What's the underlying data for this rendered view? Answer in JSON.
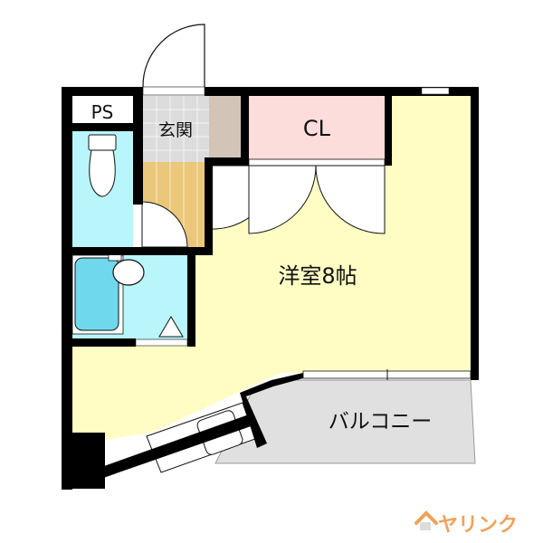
{
  "floor_plan": {
    "type": "1K apartment floor plan",
    "rooms": {
      "ps": {
        "label": "PS",
        "color": "#ffffff"
      },
      "entrance": {
        "label": "玄関",
        "color": "#dcdcdc"
      },
      "shoe_storage": {
        "label": "",
        "color": "#d2c5b8"
      },
      "closet": {
        "label": "CL",
        "color": "#fddcdc"
      },
      "toilet": {
        "label": "",
        "color": "#b8f6fb"
      },
      "bathroom": {
        "label": "",
        "color": "#b8f6fb"
      },
      "hallway": {
        "label": "",
        "color": "#eac77a"
      },
      "western_room": {
        "label": "洋室8帖",
        "color": "#fffdc4"
      },
      "balcony": {
        "label": "バルコニー",
        "color": "#e0e0e0"
      },
      "kitchen": {
        "label": "",
        "color": "#ffffff"
      }
    },
    "wall_color": "#000000"
  },
  "branding": {
    "logo_text": "ヤリンク",
    "logo_icon": "house-icon",
    "logo_color": "#f0a25a"
  }
}
